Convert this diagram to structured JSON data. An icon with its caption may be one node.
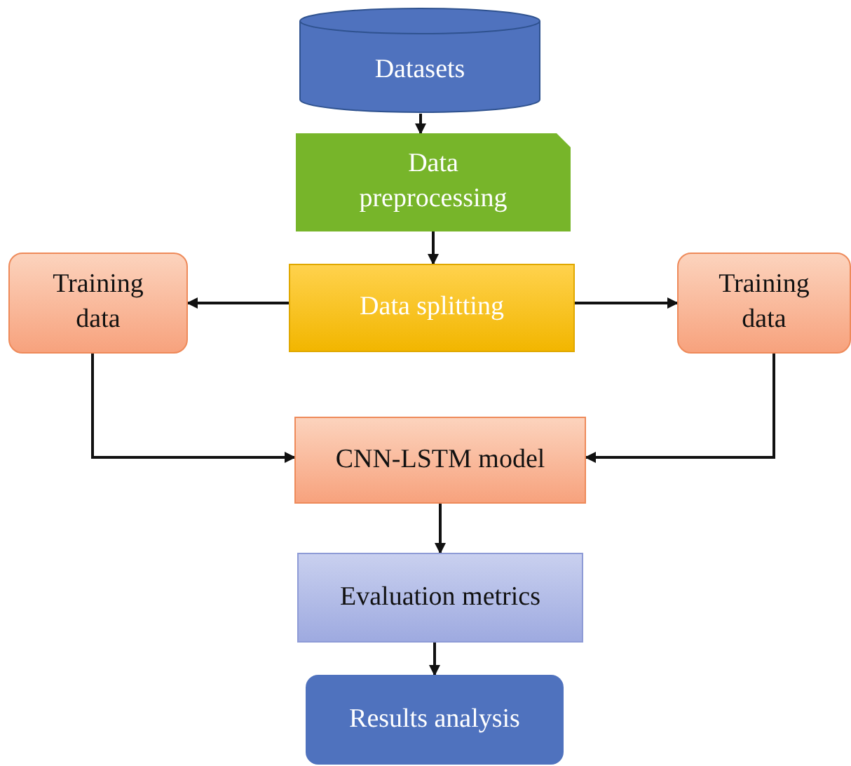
{
  "diagram": {
    "nodes": [
      {
        "text": [
          "Datasets"
        ]
      },
      {
        "text": [
          "Data preprocessing"
        ]
      },
      {
        "text": [
          "Data splitting"
        ]
      },
      {
        "text": [
          "Training data"
        ]
      },
      {
        "text": [
          "Training data"
        ]
      },
      {
        "text": [
          "CNN-LSTM model"
        ]
      },
      {
        "text": [
          "Evaluation metrics"
        ]
      },
      {
        "text": [
          "Results analysis"
        ]
      }
    ],
    "edges": [
      {
        "from": 0,
        "to": 1,
        "arrow": "to"
      },
      {
        "from": 1,
        "to": 2,
        "arrow": "to"
      },
      {
        "from": 2,
        "to": 3,
        "arrow": "to"
      },
      {
        "from": 2,
        "to": 4,
        "arrow": "to"
      },
      {
        "from": 3,
        "to": 5,
        "arrow": "to"
      },
      {
        "from": 4,
        "to": 5,
        "arrow": "to"
      },
      {
        "from": 5,
        "to": 6,
        "arrow": "to"
      },
      {
        "from": 6,
        "to": 7,
        "arrow": "to"
      }
    ]
  }
}
